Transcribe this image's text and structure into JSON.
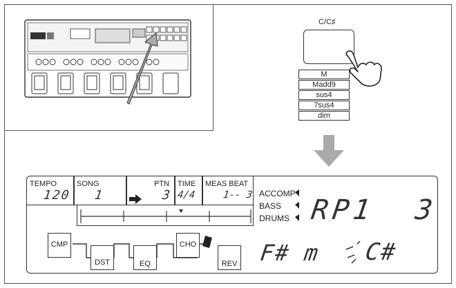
{
  "lcd": {
    "tempo_label": "TEMPO",
    "tempo_value": "120",
    "song_label": "SONG",
    "song_value": "1",
    "ptn_label": "PTN",
    "ptn_value": "3",
    "time_label": "TIME",
    "time_value": "4/4",
    "meas_beat_label": "MEAS BEAT",
    "meas_beat_value": "1-- 3",
    "accomp_label": "ACCOMP",
    "bass_label": "BASS",
    "drums_label": "DRUMS",
    "main_display": "RP1  3",
    "chord_display": "F# m",
    "aux_display": "C#",
    "effects": [
      "CMP",
      "DST",
      "EQ",
      "CHO",
      "REV"
    ]
  },
  "chord_button": {
    "label": "C/C♯",
    "types": [
      "M",
      "Madd9",
      "sus4",
      "7sus4",
      "dim"
    ]
  }
}
